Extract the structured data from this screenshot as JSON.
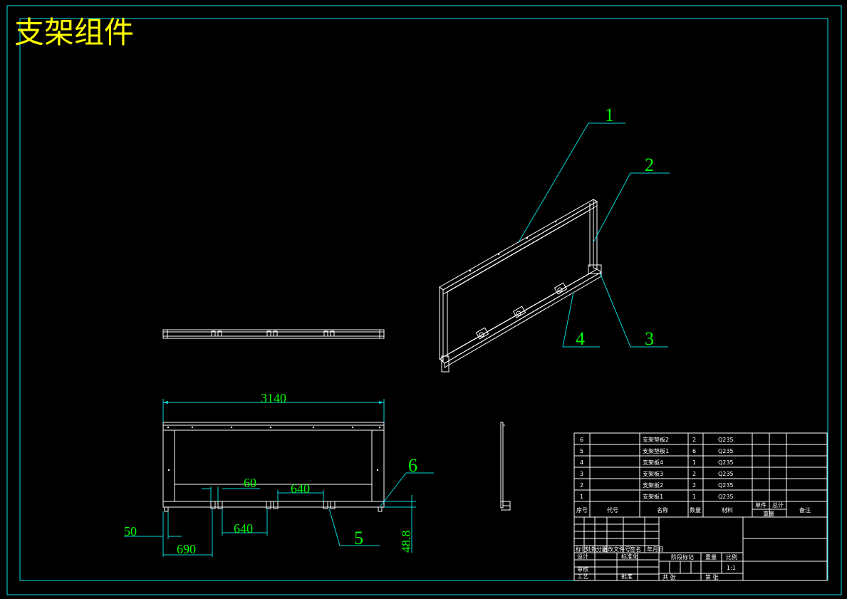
{
  "title": "支架组件",
  "balloons": [
    "1",
    "2",
    "3",
    "4",
    "5",
    "6"
  ],
  "dimensions": {
    "overall_length": "3140",
    "spacing_a": "640",
    "spacing_b": "640",
    "width_60": "60",
    "offset_50": "50",
    "offset_690": "690",
    "height_48_8": "48.8"
  },
  "bom": {
    "rows": [
      {
        "no": "6",
        "name": "支架垫板2",
        "qty": "2",
        "material": "Q235"
      },
      {
        "no": "5",
        "name": "支架垫板1",
        "qty": "6",
        "material": "Q235"
      },
      {
        "no": "4",
        "name": "支架板4",
        "qty": "1",
        "material": "Q235"
      },
      {
        "no": "3",
        "name": "支架板3",
        "qty": "2",
        "material": "Q235"
      },
      {
        "no": "2",
        "name": "支架板2",
        "qty": "2",
        "material": "Q235"
      },
      {
        "no": "1",
        "name": "支架板1",
        "qty": "1",
        "material": "Q235"
      }
    ],
    "header": {
      "no": "序号",
      "code": "代号",
      "name": "名称",
      "qty": "数量",
      "material": "材料",
      "unit_weight": "单件",
      "total_weight": "总计",
      "weight": "重量",
      "remarks": "备注"
    }
  },
  "title_block": {
    "mark": "标记",
    "count": "处数",
    "zone": "分区",
    "change_doc": "更改文件号",
    "signature": "签名",
    "date": "年月日",
    "designer": "设计",
    "standardization": "标准化",
    "stage_mark": "阶段标记",
    "weight_label": "重量",
    "scale_label": "比例",
    "scale": "1:1",
    "checker": "审核",
    "process": "工艺",
    "approve": "批准",
    "sheets_total": "共  张",
    "sheet_no": "第  张"
  }
}
